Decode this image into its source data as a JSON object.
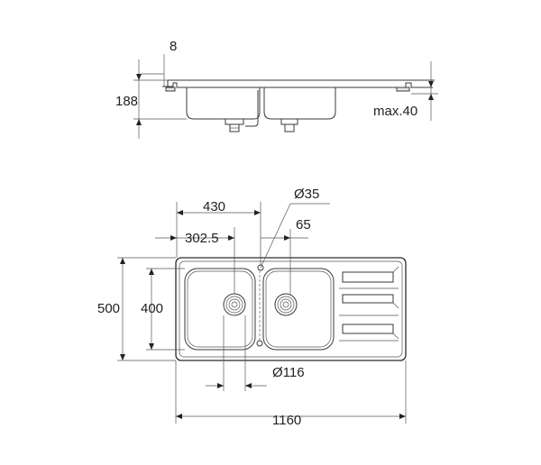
{
  "side_view": {
    "dim_rim": "8",
    "dim_depth": "188",
    "dim_max": "max.40"
  },
  "top_view": {
    "dim_drain_dia": "Ø35",
    "dim_430": "430",
    "dim_302": "302.5",
    "dim_65": "65",
    "dim_500": "500",
    "dim_400": "400",
    "dim_outlet_dia": "Ø116",
    "dim_1160": "1160"
  }
}
